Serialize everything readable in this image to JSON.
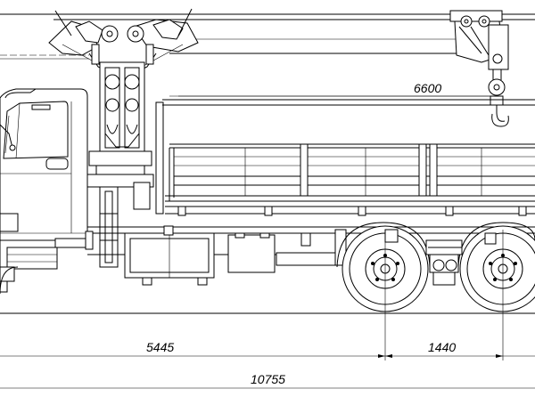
{
  "dimensions": {
    "boom_reach": "6600",
    "front_to_rear_axle": "5445",
    "rear_axle_spacing": "1440",
    "overall_length": "10755"
  }
}
